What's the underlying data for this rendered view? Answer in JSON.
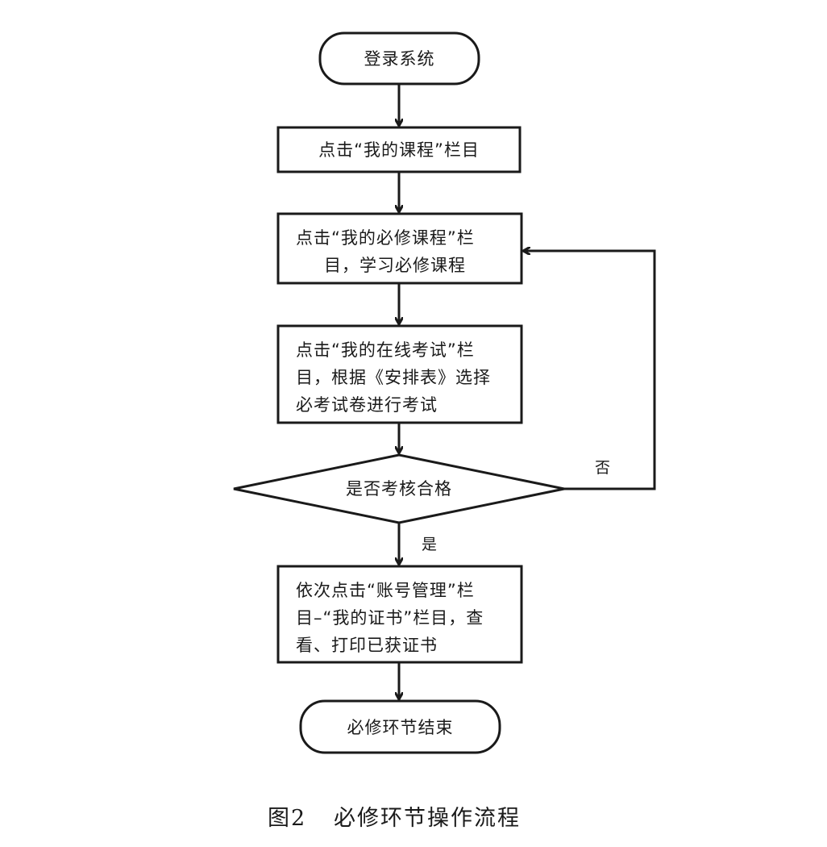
{
  "diagram": {
    "nodes": {
      "login": {
        "lines": [
          "登录系统"
        ]
      },
      "my_courses": {
        "lines": [
          "点击“我的课程”栏目"
        ]
      },
      "required_courses": {
        "lines": [
          "点击“我的必修课程”栏",
          "目，学习必修课程"
        ]
      },
      "online_exam": {
        "lines": [
          "点击“我的在线考试”栏",
          "目，根据《安排表》选择",
          "必考试卷进行考试"
        ]
      },
      "pass_check": {
        "lines": [
          "是否考核合格"
        ]
      },
      "certificate": {
        "lines": [
          "依次点击“账号管理”栏",
          "目–“我的证书”栏目，查",
          "看、打印已获证书"
        ]
      },
      "end": {
        "lines": [
          "必修环节结束"
        ]
      }
    },
    "edge_labels": {
      "no": "否",
      "yes": "是"
    }
  },
  "caption": {
    "figure_number": "图2",
    "title": "必修环节操作流程"
  }
}
